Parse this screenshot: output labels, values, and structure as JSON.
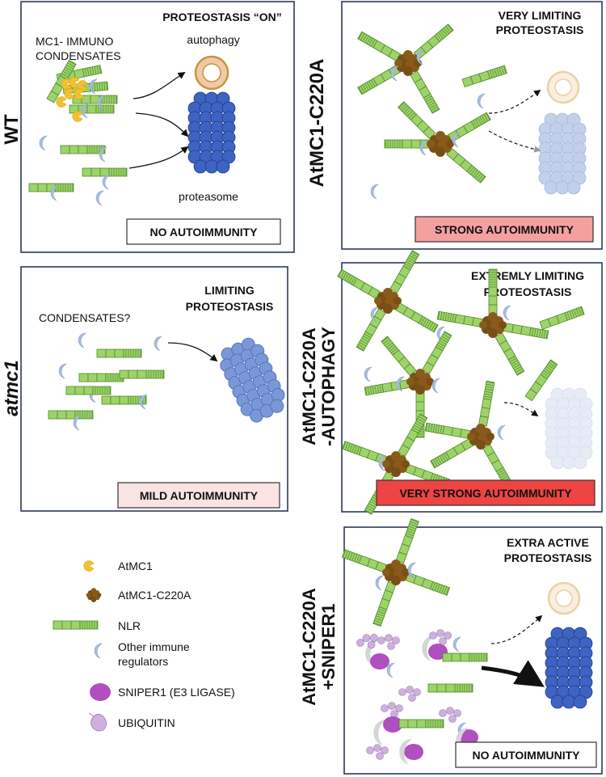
{
  "panels": {
    "wt": {
      "side_label": "WT",
      "title": "PROTEOSTASIS “ON”",
      "condensate_label_1": "MC1- IMMUNO",
      "condensate_label_2": "CONDENSATES",
      "autophagy_label": "autophagy",
      "proteasome_label": "proteasome",
      "badge": "NO AUTOIMMUNITY",
      "badge_color": "#ffffff"
    },
    "c220a": {
      "side_label": "AtMC1-C220A",
      "title_1": "VERY LIMITING",
      "title_2": "PROTEOSTASIS",
      "badge": "STRONG AUTOIMMUNITY",
      "badge_color": "#f4a0a0"
    },
    "atmc1": {
      "side_label": "atmc1",
      "title_1": "LIMITING",
      "title_2": "PROTEOSTASIS",
      "condensate_label": "CONDENSATES?",
      "badge": "MILD AUTOIMMUNITY",
      "badge_color": "#fbe3e3"
    },
    "c220a_autophagy": {
      "side_label_1": "AtMC1-C220A",
      "side_label_2": "-AUTOPHAGY",
      "title_1": "EXTREMLY LIMITING",
      "title_2": "PROTEOSTASIS",
      "badge": "VERY STRONG AUTOIMMUNITY",
      "badge_color": "#ee4444"
    },
    "c220a_sniper": {
      "side_label_1": "AtMC1-C220A",
      "side_label_2": "+SNIPER1",
      "title_1": "EXTRA ACTIVE",
      "title_2": "PROTEOSTASIS",
      "badge": "NO AUTOIMMUNITY",
      "badge_color": "#ffffff"
    }
  },
  "legend": {
    "atmc1": "AtMC1",
    "atmc1_c220a": "AtMC1-C220A",
    "nlr": "NLR",
    "other_1": "Other immune",
    "other_2": "regulators",
    "sniper1": "SNIPER1 (E3 LIGASE)",
    "ubiquitin": "UBIQUITIN"
  },
  "colors": {
    "panel_border": "#2b3a55",
    "nlr_green": "#9ed36a",
    "nlr_stroke": "#4d8a2a",
    "regulator_blue": "#a9bde0",
    "atmc1_yellow": "#f2c12e",
    "c220a_brown": "#8a5a1a",
    "proteasome_blue": "#3e64c2",
    "sniper_purple": "#b04fbf",
    "ubiquitin_lilac": "#cdb0dc"
  }
}
